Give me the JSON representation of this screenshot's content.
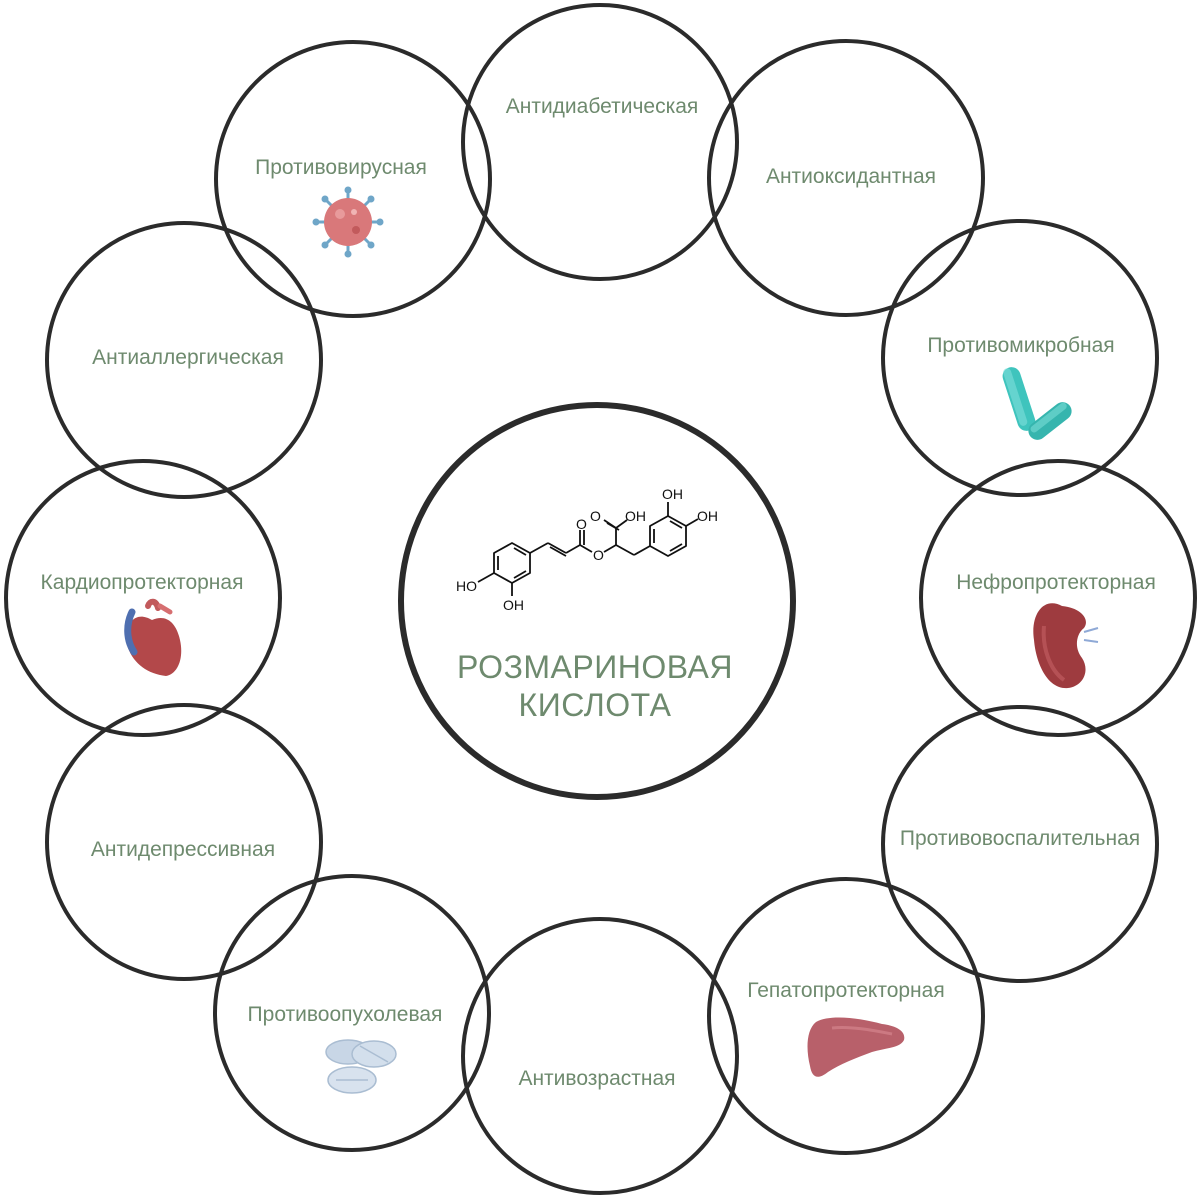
{
  "center": {
    "title_line1": "РОЗМАРИНОВАЯ",
    "title_line2": "КИСЛОТА",
    "molecule_labels": {
      "oh_top": "OH",
      "oh_right": "OH",
      "oh_acid": "OH",
      "o_acid": "O",
      "o_ester_carbonyl": "O",
      "o_ester": "O",
      "ho_left": "HO",
      "oh_bottom": "OH"
    }
  },
  "activities": [
    {
      "label": "Антидиабетическая",
      "icon": null
    },
    {
      "label": "Антиоксидантная",
      "icon": null
    },
    {
      "label": "Противомикробная",
      "icon": "bacteria-icon"
    },
    {
      "label": "Нефропротекторная",
      "icon": "kidney-icon"
    },
    {
      "label": "Противовоспалительная",
      "icon": null
    },
    {
      "label": "Гепатопротекторная",
      "icon": "liver-icon"
    },
    {
      "label": "Антивозрастная",
      "icon": null
    },
    {
      "label": "Противоопухолевая",
      "icon": "pills-icon"
    },
    {
      "label": "Антидепрессивная",
      "icon": null
    },
    {
      "label": "Кардиопротекторная",
      "icon": "heart-icon"
    },
    {
      "label": "Антиаллергическая",
      "icon": null
    },
    {
      "label": "Противовирусная",
      "icon": "virus-icon"
    }
  ],
  "colors": {
    "text_accent": "#6e8a6e",
    "outline": "#2b2b2b",
    "bacteria": "#3fc4bd",
    "kidney": "#9e3b3f",
    "liver": "#b8606a",
    "heart": "#b3484a",
    "virus": "#d9787a",
    "pills": "#cfdbe8"
  }
}
